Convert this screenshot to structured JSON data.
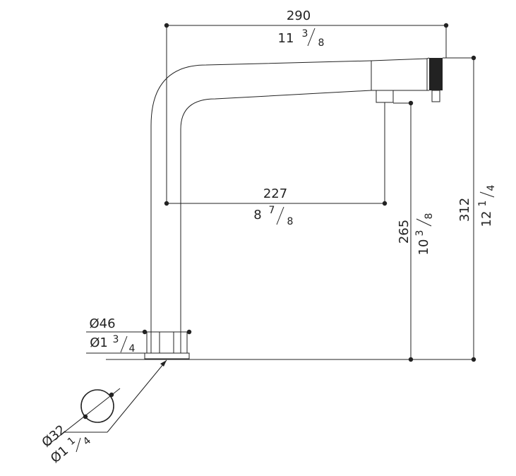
{
  "dimensions": {
    "width": {
      "mm": "290",
      "inch_whole": "11",
      "inch_num": "3",
      "inch_den": "8"
    },
    "reach": {
      "mm": "227",
      "inch_whole": "8",
      "inch_num": "7",
      "inch_den": "8"
    },
    "spout_height": {
      "mm": "265",
      "inch_whole": "10",
      "inch_num": "3",
      "inch_den": "8"
    },
    "total_height": {
      "mm": "312",
      "inch_whole": "12",
      "inch_num": "1",
      "inch_den": "4"
    },
    "base_diameter": {
      "mm": "Ø46",
      "inch_whole": "Ø1",
      "inch_num": "3",
      "inch_den": "4"
    },
    "hole_diameter": {
      "mm": "Ø32",
      "inch_whole": "Ø1",
      "inch_num": "1",
      "inch_den": "4"
    }
  },
  "colors": {
    "line": "#222222",
    "background": "#ffffff"
  }
}
